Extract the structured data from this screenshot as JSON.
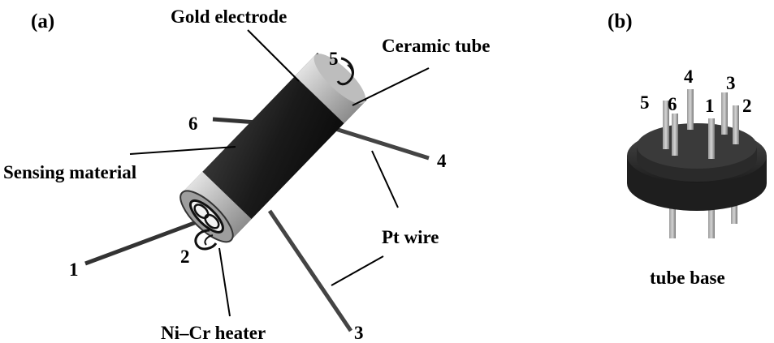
{
  "panel_a": {
    "tag": "(a)",
    "labels": {
      "gold_electrode": "Gold electrode",
      "ceramic_tube": "Ceramic tube",
      "sensing_material": "Sensing material",
      "pt_wire": "Pt wire",
      "heater": "Ni–Cr heater"
    },
    "pins": [
      "1",
      "2",
      "3",
      "4",
      "5",
      "6"
    ]
  },
  "panel_b": {
    "tag": "(b)",
    "caption": "tube base",
    "pins": [
      "1",
      "2",
      "3",
      "4",
      "5",
      "6"
    ]
  }
}
